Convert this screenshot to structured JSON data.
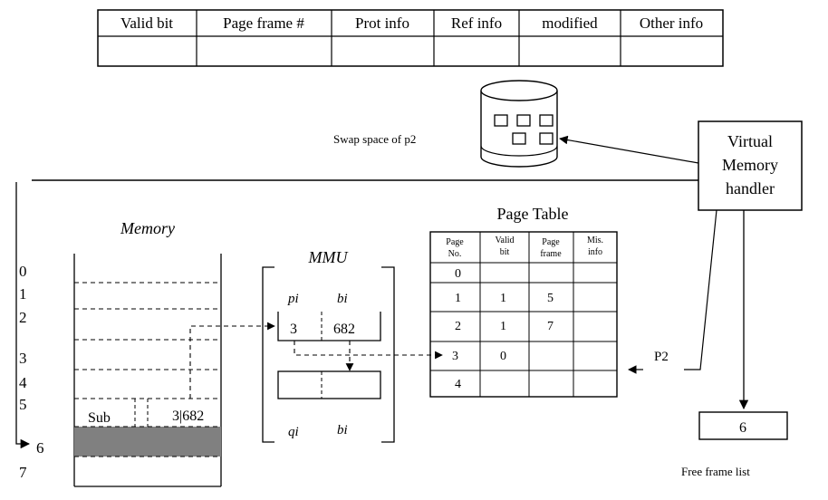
{
  "top_table": {
    "headers": [
      "Valid bit",
      "Page frame #",
      "Prot info",
      "Ref info",
      "modified",
      "Other info"
    ]
  },
  "swap": {
    "label": "Swap space of p2"
  },
  "vmh": {
    "lines": [
      "Virtual",
      "Memory",
      "handler"
    ]
  },
  "memory": {
    "title": "Memory",
    "rows": [
      "0",
      "1",
      "2",
      "3",
      "4",
      "5",
      "6",
      "7"
    ],
    "cell_sub": "Sub",
    "cell_addr": "3|682"
  },
  "mmu": {
    "title": "MMU",
    "pi": "pi",
    "bi_top": "bi",
    "reg_page": "3",
    "reg_offset": "682",
    "qi": "qi",
    "bi_bottom": "bi"
  },
  "page_table": {
    "title": "Page Table",
    "headers": [
      [
        "Page",
        "No."
      ],
      [
        "Valid",
        "bit"
      ],
      [
        "Page",
        "frame"
      ],
      [
        "Mis.",
        "info"
      ]
    ],
    "rows": [
      [
        "0",
        "",
        "",
        ""
      ],
      [
        "1",
        "1",
        "5",
        ""
      ],
      [
        "2",
        "1",
        "7",
        ""
      ],
      [
        "3",
        "0",
        "",
        ""
      ],
      [
        "4",
        "",
        "",
        ""
      ]
    ]
  },
  "p2_label": "P2",
  "free_frame": {
    "value": "6",
    "label": "Free frame list"
  }
}
